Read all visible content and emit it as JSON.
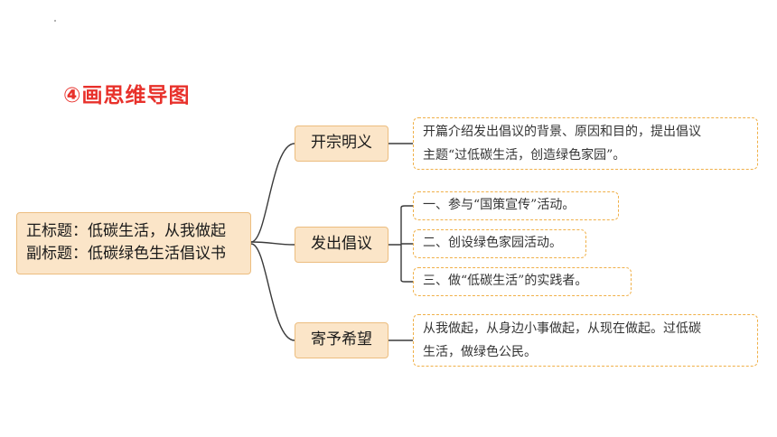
{
  "heading": "④画思维导图",
  "root": {
    "line1": "正标题：低碳生活，从我做起",
    "line2": "副标题：低碳绿色生活倡议书"
  },
  "branches": [
    {
      "label": "开宗明义",
      "leaves": [
        {
          "lines": [
            "开篇介绍发出倡议的背景、原因和目的，提出倡议",
            "主题“过低碳生活，创造绿色家园”。"
          ]
        }
      ]
    },
    {
      "label": "发出倡议",
      "leaves": [
        {
          "lines": [
            "一、参与“国策宣传”活动。"
          ]
        },
        {
          "lines": [
            "二、创设绿色家园活动。"
          ]
        },
        {
          "lines": [
            "三、做“低碳生活”的实践者。"
          ]
        }
      ]
    },
    {
      "label": "寄予希望",
      "leaves": [
        {
          "lines": [
            "从我做起，从身边小事做起，从现在做起。过低碳",
            "生活，做绿色公民。"
          ]
        }
      ]
    }
  ],
  "colors": {
    "heading": "#e8312b",
    "node_fill": "#fbe5c8",
    "node_border": "#ecbd7f",
    "leaf_border": "#f0b048",
    "connector": "#3a3a3a"
  }
}
